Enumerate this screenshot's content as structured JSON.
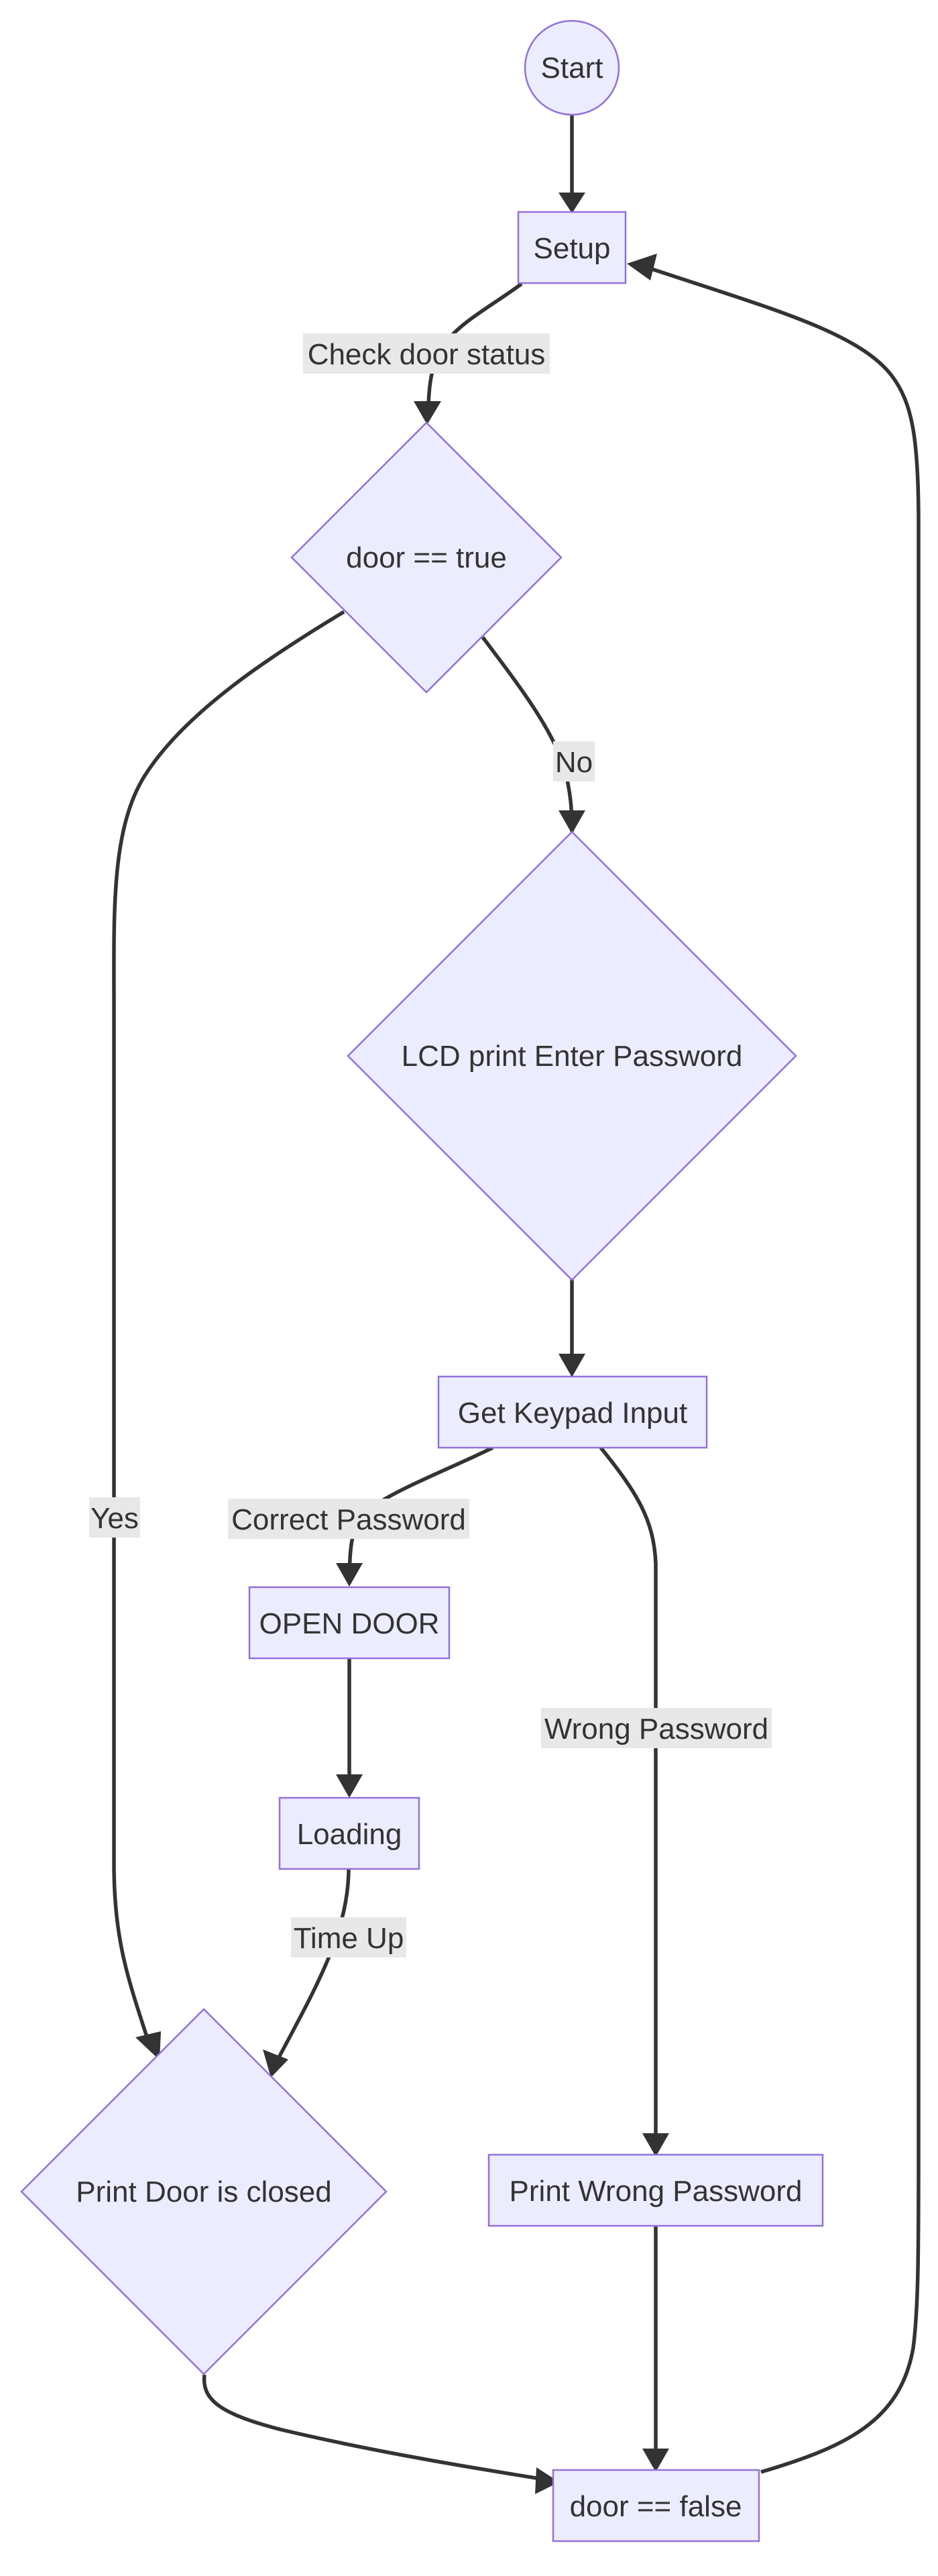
{
  "nodes": {
    "start": "Start",
    "setup": "Setup",
    "door_true": "door == true",
    "lcd_prompt": "LCD print Enter Password",
    "keypad": "Get Keypad Input",
    "open_door": "OPEN DOOR",
    "loading": "Loading",
    "door_closed": "Print Door is closed",
    "wrong_pw": "Print Wrong Password",
    "door_false": "door == false"
  },
  "edges": {
    "check_door": "Check door status",
    "no": "No",
    "yes": "Yes",
    "correct_pw": "Correct Password",
    "wrong_pw": "Wrong Password",
    "time_up": "Time Up"
  },
  "colors": {
    "node_fill": "#ECECFF",
    "node_stroke": "#9370DB",
    "edge": "#333333",
    "label_bg": "#E8E8E8"
  }
}
